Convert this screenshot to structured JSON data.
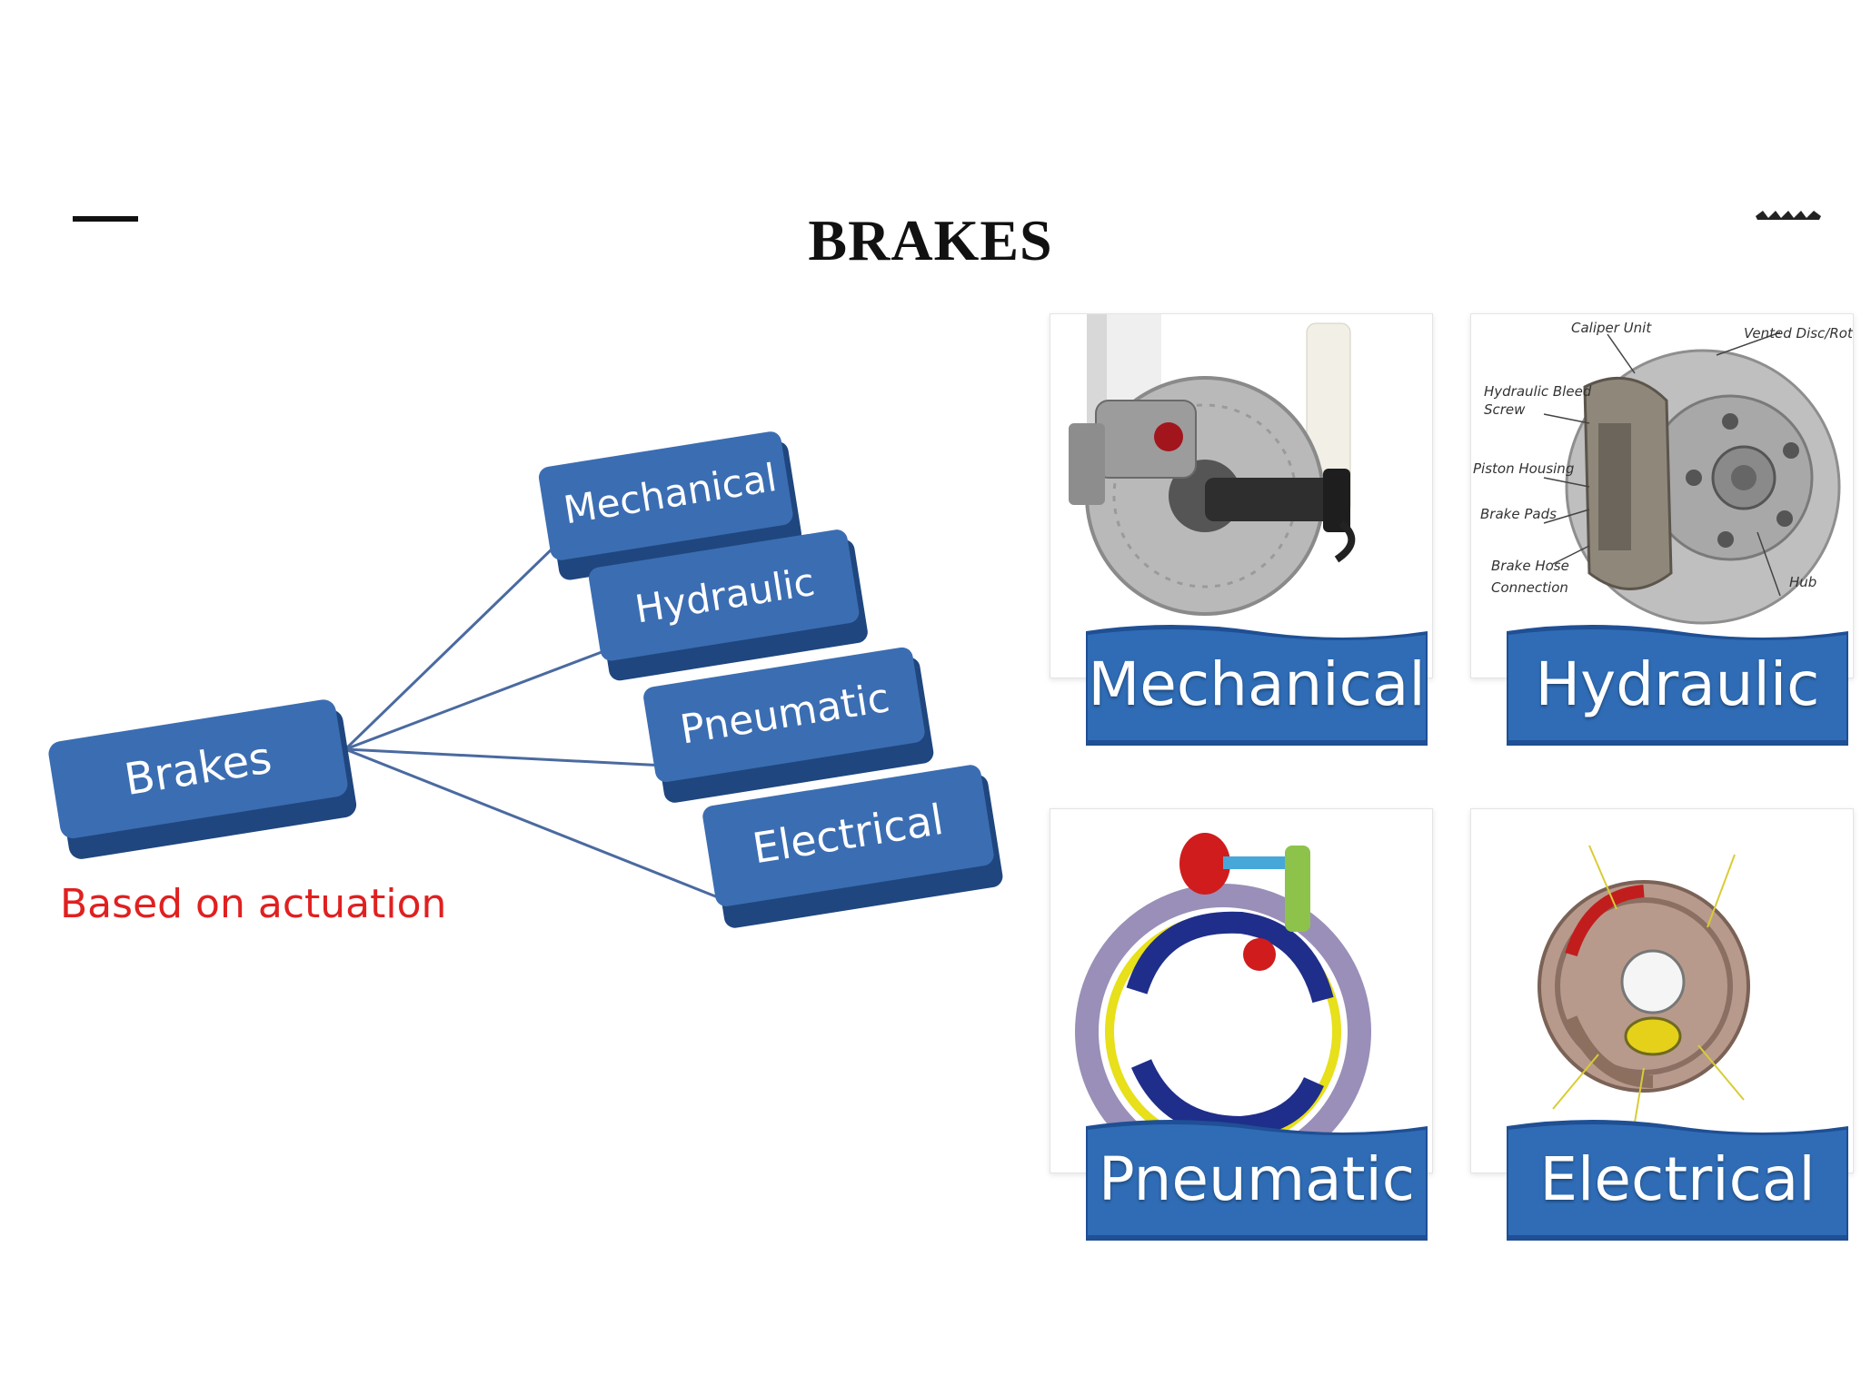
{
  "title": "BRAKES",
  "tree": {
    "root": "Brakes",
    "children": [
      "Mechanical",
      "Hydraulic",
      "Pneumatic",
      "Electrical"
    ],
    "note": "Based on actuation"
  },
  "cards": [
    {
      "label": "Mechanical",
      "callouts": []
    },
    {
      "label": "Hydraulic",
      "callouts": [
        "Caliper Unit",
        "Vented Disc/Rotor",
        "Hydraulic Bleed",
        "Screw",
        "Piston Housing",
        "Brake Pads",
        "Brake Hose",
        "Connection",
        "Hub"
      ]
    },
    {
      "label": "Pneumatic",
      "callouts": []
    },
    {
      "label": "Electrical",
      "callouts": []
    }
  ],
  "colors": {
    "brick_blue": "#3b6db2",
    "brick_dark": "#1f467e",
    "banner_blue": "#2f6cb5",
    "note_red": "#e02020"
  }
}
